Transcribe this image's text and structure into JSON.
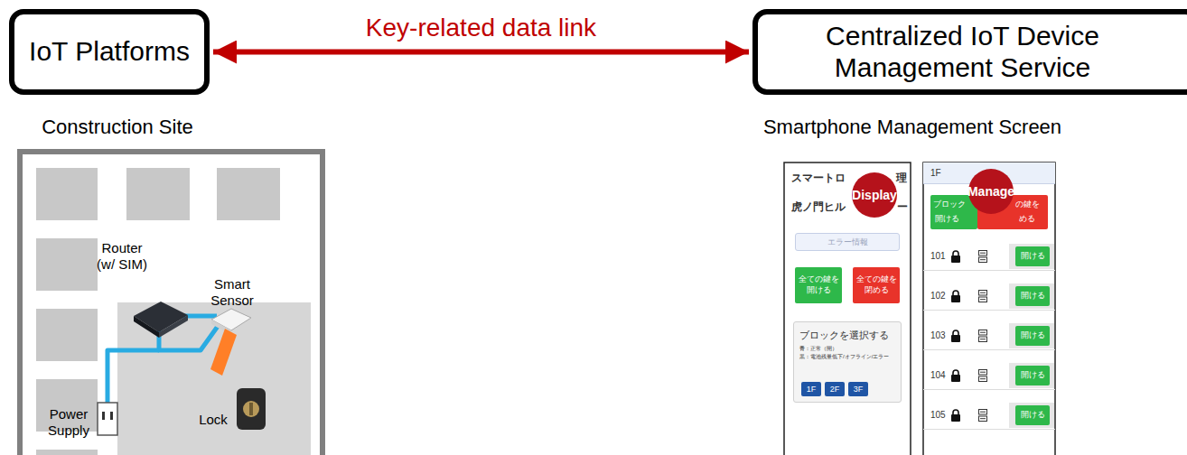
{
  "diagram": {
    "nodes": [
      {
        "text": [
          "IoT Platforms"
        ]
      },
      {
        "text": [
          "Centralized IoT Device Management Service"
        ]
      },
      {
        "text": [
          "エラー情報"
        ]
      },
      {
        "text": [
          "全ての鍵を開ける"
        ]
      },
      {
        "text": [
          "全ての鍵を閉める"
        ]
      },
      {
        "text": [
          "ブロックを選択する",
          "青：正常（開）",
          "黒：電池残量低下/オフライン/エラー"
        ]
      },
      {
        "text": [
          "1F"
        ],
        "in": 5
      },
      {
        "text": [
          "2F"
        ],
        "in": 5
      },
      {
        "text": [
          "3F"
        ],
        "in": 5
      },
      {
        "text": [
          "1F"
        ]
      },
      {
        "text": [
          "ブロック",
          "開ける"
        ]
      },
      {
        "text": [
          "の鍵を",
          "める"
        ]
      },
      {
        "text": [
          "101"
        ]
      },
      {
        "text": [
          "開ける"
        ],
        "in": 12
      },
      {
        "text": [
          "102"
        ]
      },
      {
        "text": [
          "開ける"
        ],
        "in": 14
      },
      {
        "text": [
          "103"
        ]
      },
      {
        "text": [
          "開ける"
        ],
        "in": 16
      },
      {
        "text": [
          "104"
        ]
      },
      {
        "text": [
          "開ける"
        ],
        "in": 18
      },
      {
        "text": [
          "105"
        ]
      },
      {
        "text": [
          "開ける"
        ],
        "in": 20
      },
      {
        "text": [
          "Display"
        ]
      },
      {
        "text": [
          "Manage"
        ]
      }
    ],
    "edges": [
      {
        "from": 0,
        "to": 1,
        "arrow": "both",
        "label": "Key-related data link"
      }
    ],
    "labels": [
      "Construction Site",
      "Smartphone Management Screen",
      "Router (w/ SIM)",
      "Smart Sensor",
      "Power Supply",
      "Lock",
      "スマートロ",
      "理",
      "虎ノ門ヒル",
      "ー"
    ]
  }
}
